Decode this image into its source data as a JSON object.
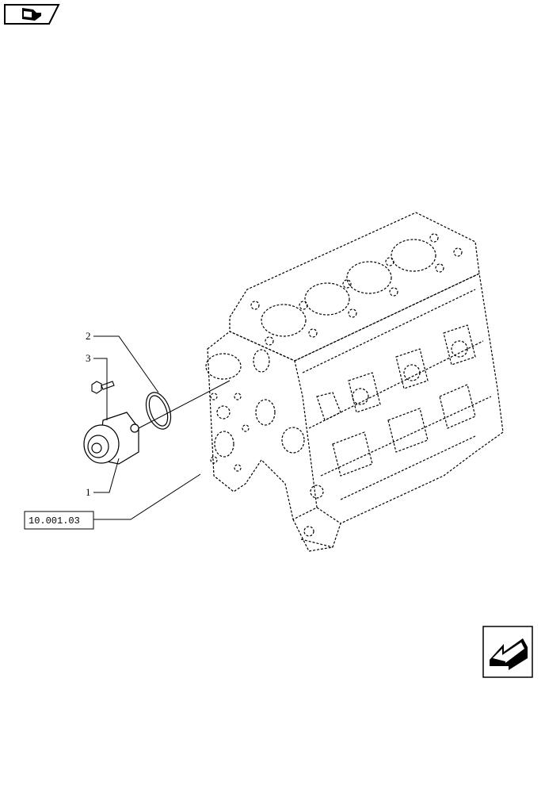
{
  "nav": {
    "top_icon": "book-with-arrow-icon",
    "bottom_icon": "previous-page-arrow-icon"
  },
  "callouts": {
    "item_1": "1",
    "item_2": "2",
    "item_3": "3",
    "reference": "10.001.03"
  },
  "parts": {
    "item_1": "water-pump",
    "item_2": "o-ring",
    "item_3": "bolt",
    "reference": "engine-block"
  }
}
